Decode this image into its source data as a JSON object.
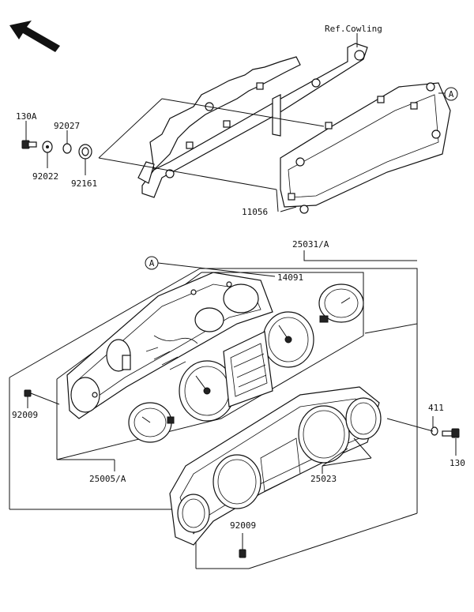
{
  "diagram": {
    "labels": {
      "ref_cowling": "Ref.Cowling",
      "p130a": "130A",
      "p92027": "92027",
      "p92022": "92022",
      "p92161": "92161",
      "p11056": "11056",
      "p25031a": "25031/A",
      "p14091": "14091",
      "p92009_left": "92009",
      "p25005a": "25005/A",
      "p411": "411",
      "p130": "130",
      "p25023": "25023",
      "p92009_bottom": "92009",
      "callout_a": "A"
    },
    "icons": {
      "front_arrow": "front-direction-arrow"
    }
  }
}
